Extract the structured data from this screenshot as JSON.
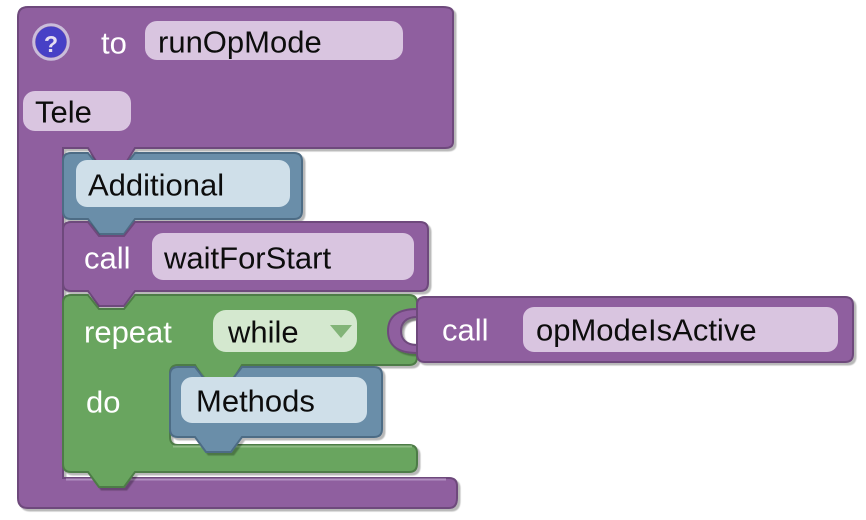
{
  "workspace": {
    "colors": {
      "procedure": "#8f5f9f",
      "loop": "#69a55e",
      "misc": "#6b8ea9",
      "field_purple": "#d9c5e0",
      "field_green": "#d4e8cf",
      "field_blue": "#cfdfe9",
      "help_icon_bg": "#4741c6",
      "help_icon_ring": "#cabdda",
      "dropdown_arrow": "#82b478",
      "bar_highlight_purple": "#b18fc0",
      "bar_highlight_green": "#8fbc85"
    },
    "procedure_block": {
      "help_icon": "?",
      "to_label": "to",
      "name_field": "runOpMode",
      "comment_field": "Tele"
    },
    "additional_block": {
      "label": "Additional"
    },
    "call_wait_block": {
      "call_label": "call",
      "method_field": "waitForStart"
    },
    "repeat_block": {
      "repeat_label": "repeat",
      "mode_field": "while",
      "do_label": "do"
    },
    "call_opmode_block": {
      "call_label": "call",
      "method_field": "opModeIsActive"
    },
    "methods_block": {
      "label": "Methods"
    }
  }
}
